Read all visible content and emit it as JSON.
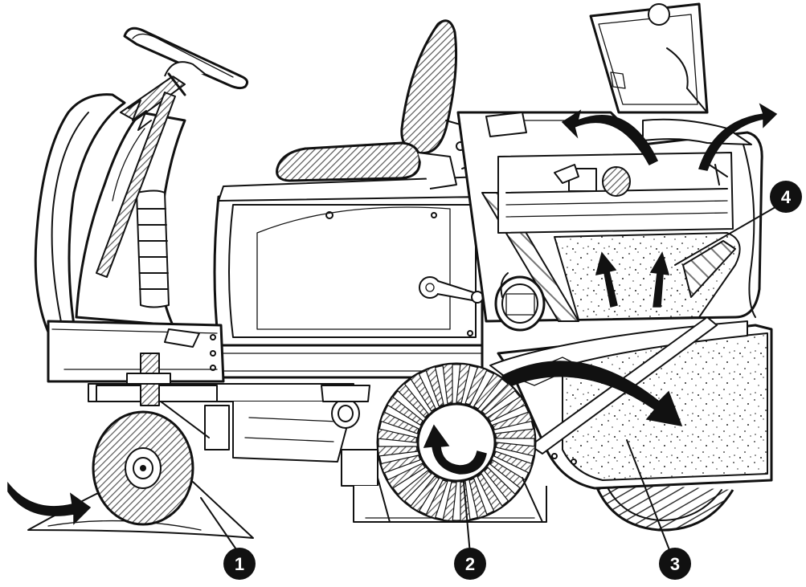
{
  "figure": {
    "markers": [
      {
        "id": "1",
        "label": "1",
        "part": "side-brush"
      },
      {
        "id": "2",
        "label": "2",
        "part": "main-broom"
      },
      {
        "id": "3",
        "label": "3",
        "part": "debris-hopper"
      },
      {
        "id": "4",
        "label": "4",
        "part": "dust-filter"
      }
    ],
    "colors": {
      "ink": "#111111",
      "paper": "#ffffff",
      "hatch": "#555555",
      "speckle": "#222222"
    }
  }
}
